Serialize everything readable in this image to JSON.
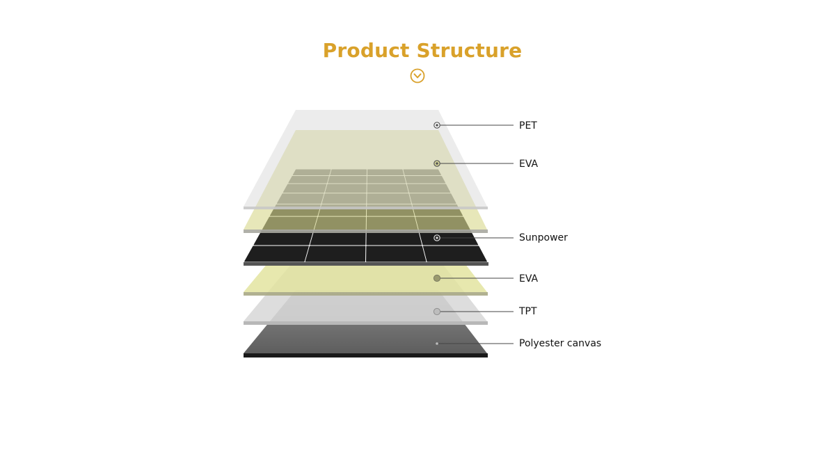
{
  "header": {
    "title": "Product Structure",
    "expand_icon": "chevron-down-circle-icon"
  },
  "colors": {
    "accent": "#D9A12A",
    "pet_layer": "#DADADA",
    "eva_layer": "#D7D79A",
    "cell_layer": "#1E1E1E",
    "tpt_layer": "#CFCFCF",
    "canvas_layer": "#6F6F6F",
    "leader_line": "#444444"
  },
  "layers": [
    {
      "id": "pet",
      "label": "PET"
    },
    {
      "id": "eva-top",
      "label": "EVA"
    },
    {
      "id": "sunpower",
      "label": "Sunpower"
    },
    {
      "id": "eva-bottom",
      "label": "EVA"
    },
    {
      "id": "tpt",
      "label": "TPT"
    },
    {
      "id": "polyester-canvas",
      "label": "Polyester canvas"
    }
  ]
}
